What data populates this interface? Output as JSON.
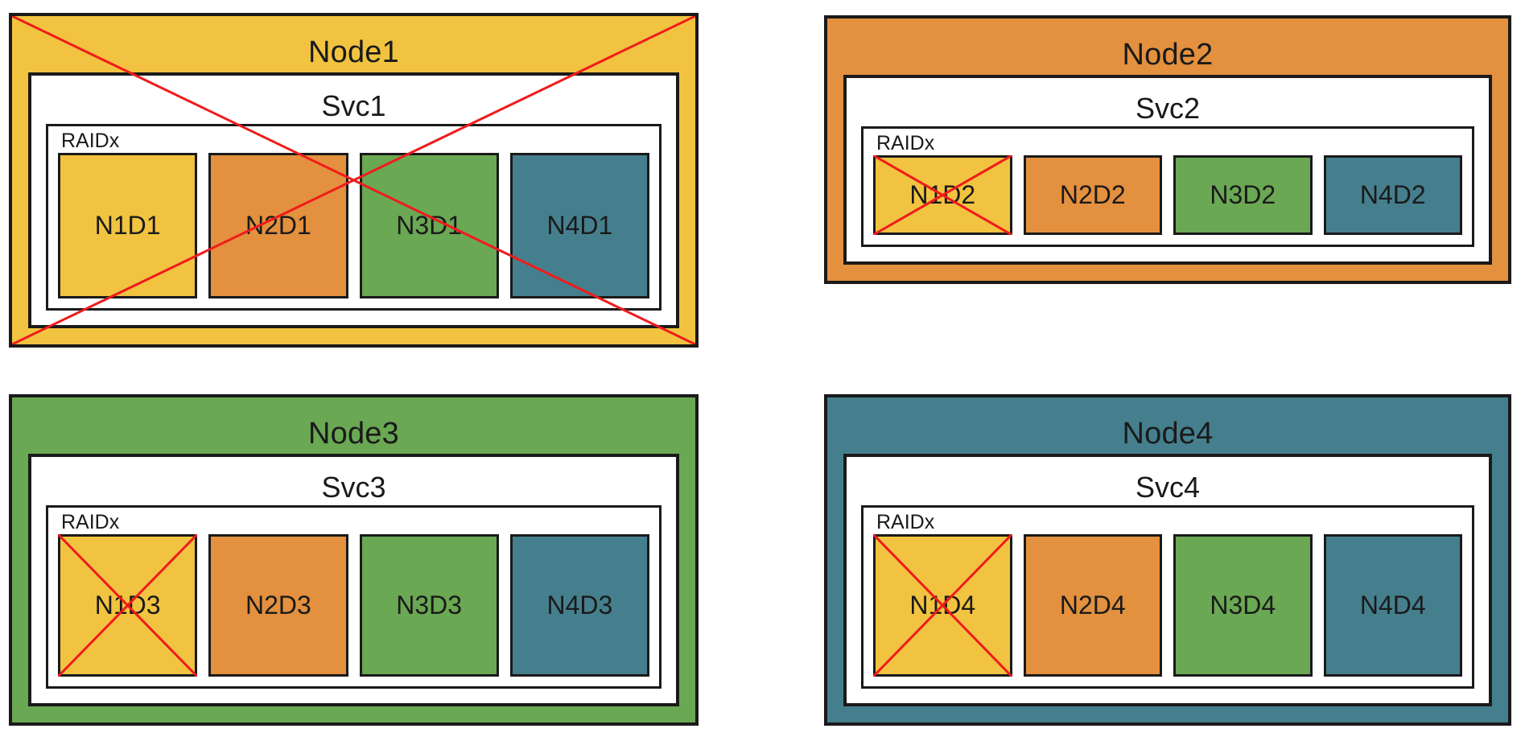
{
  "diagram": {
    "title": "Cluster node / service / RAID disk layout with failure marks",
    "raid_label": "RAIDx",
    "colors": {
      "disk_d1": "#f1c340",
      "disk_d2": "#e3903f",
      "disk_d3": "#6aa853",
      "disk_d4": "#457f8d",
      "stroke": "#1a1a1a",
      "fail_mark": "#f01b1b",
      "white": "#ffffff"
    },
    "nodes": [
      {
        "id": "node1",
        "title": "Node1",
        "fill": "#f1c340",
        "failed": true,
        "service": {
          "title": "Svc1",
          "raid_label": "RAIDx",
          "disks": [
            {
              "label": "N1D1",
              "fill": "#f1c340",
              "failed": false
            },
            {
              "label": "N2D1",
              "fill": "#e3903f",
              "failed": false
            },
            {
              "label": "N3D1",
              "fill": "#6aa853",
              "failed": false
            },
            {
              "label": "N4D1",
              "fill": "#457f8d",
              "failed": false
            }
          ]
        }
      },
      {
        "id": "node2",
        "title": "Node2",
        "fill": "#e3903f",
        "failed": false,
        "service": {
          "title": "Svc2",
          "raid_label": "RAIDx",
          "disks": [
            {
              "label": "N1D2",
              "fill": "#f1c340",
              "failed": true
            },
            {
              "label": "N2D2",
              "fill": "#e3903f",
              "failed": false
            },
            {
              "label": "N3D2",
              "fill": "#6aa853",
              "failed": false
            },
            {
              "label": "N4D2",
              "fill": "#457f8d",
              "failed": false
            }
          ]
        }
      },
      {
        "id": "node3",
        "title": "Node3",
        "fill": "#6aa853",
        "failed": false,
        "service": {
          "title": "Svc3",
          "raid_label": "RAIDx",
          "disks": [
            {
              "label": "N1D3",
              "fill": "#f1c340",
              "failed": true
            },
            {
              "label": "N2D3",
              "fill": "#e3903f",
              "failed": false
            },
            {
              "label": "N3D3",
              "fill": "#6aa853",
              "failed": false
            },
            {
              "label": "N4D3",
              "fill": "#457f8d",
              "failed": false
            }
          ]
        }
      },
      {
        "id": "node4",
        "title": "Node4",
        "fill": "#457f8d",
        "failed": false,
        "service": {
          "title": "Svc4",
          "raid_label": "RAIDx",
          "disks": [
            {
              "label": "N1D4",
              "fill": "#f1c340",
              "failed": true
            },
            {
              "label": "N2D4",
              "fill": "#e3903f",
              "failed": false
            },
            {
              "label": "N3D4",
              "fill": "#6aa853",
              "failed": false
            },
            {
              "label": "N4D4",
              "fill": "#457f8d",
              "failed": false
            }
          ]
        }
      }
    ]
  }
}
